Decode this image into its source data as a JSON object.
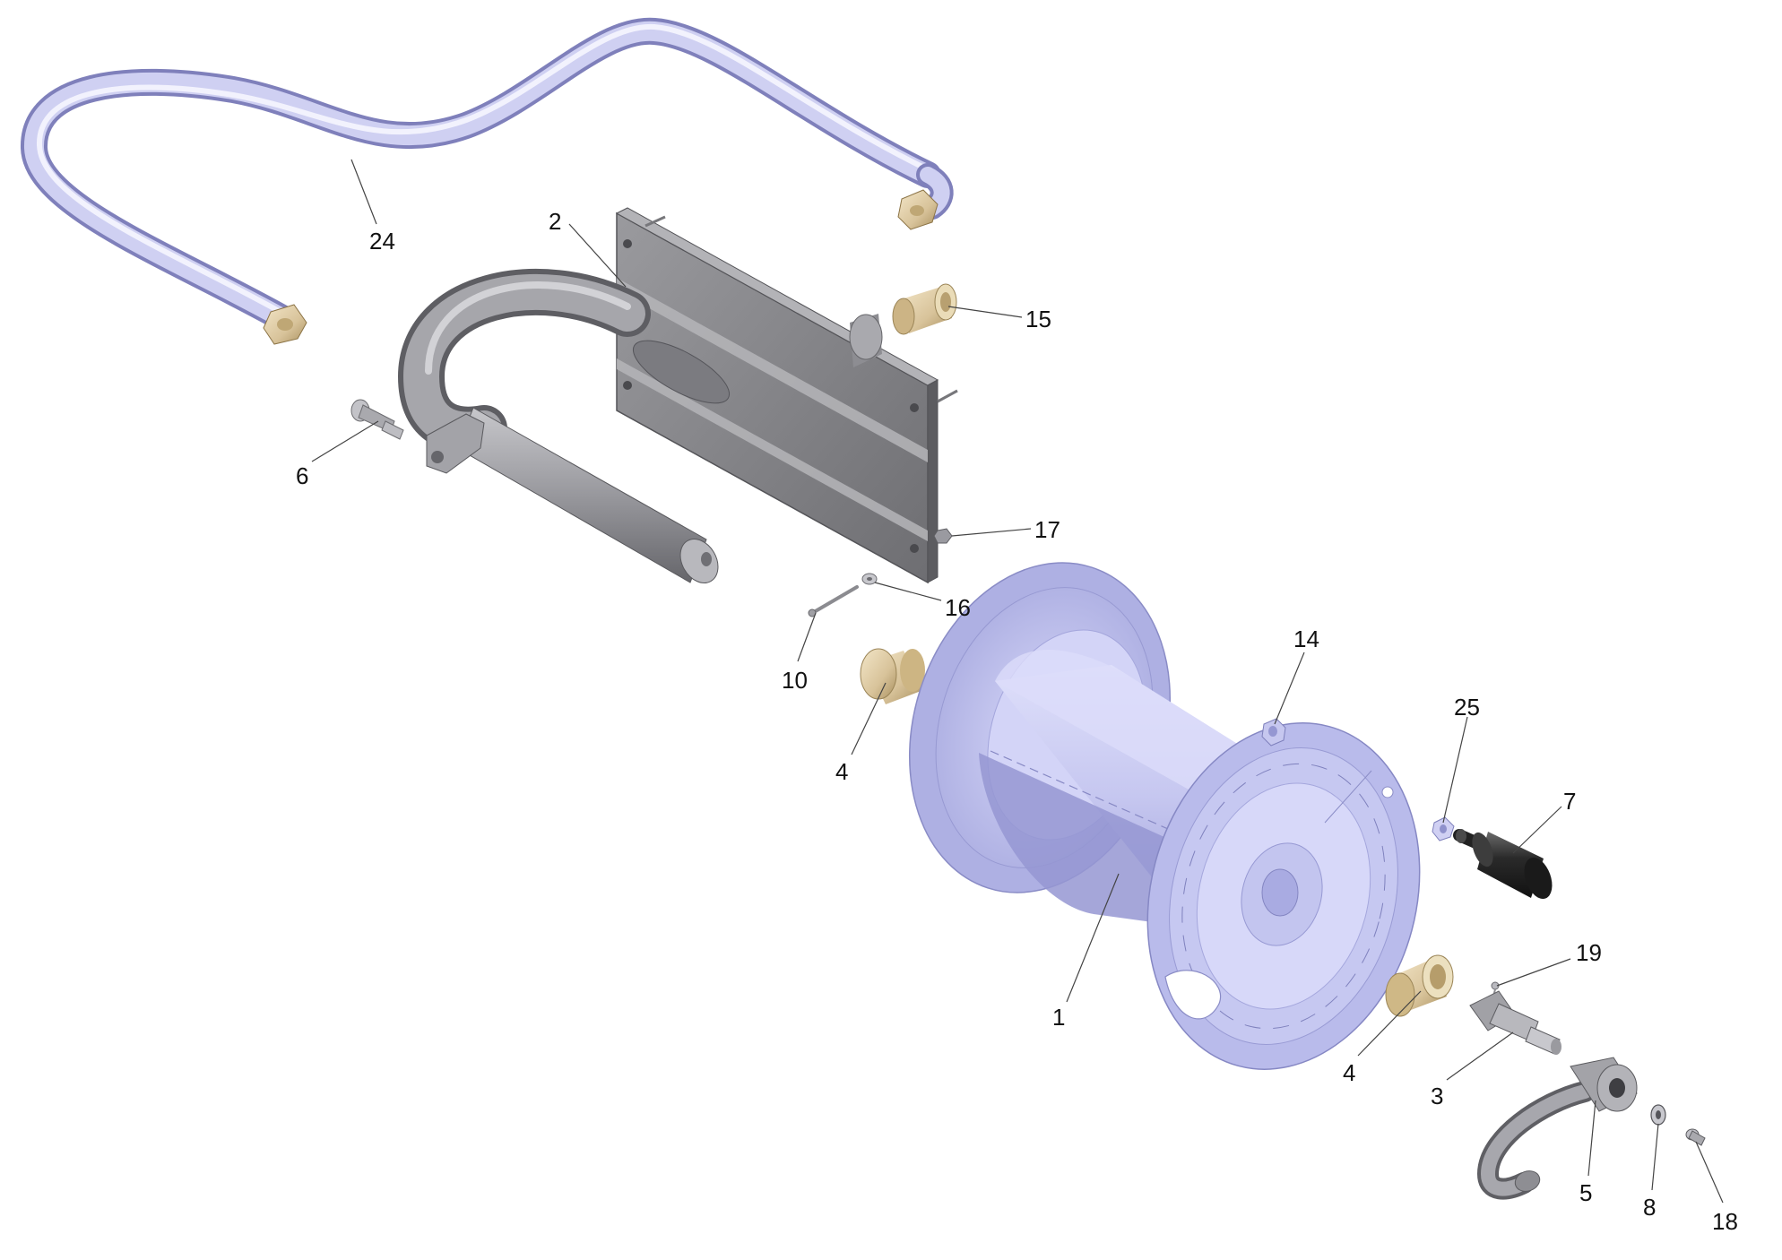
{
  "diagram": {
    "colors": {
      "reel": "#c8c9f0",
      "reel_shadow": "#9fa1d8",
      "frame": "#8a8a8e",
      "frame_dark": "#5f5f63",
      "hose": "#c9c9ef",
      "brass": "#d8c39a",
      "bushing": "#e2d2ac",
      "handle": "#2a2a2a",
      "hardware": "#b5b5bb"
    },
    "callouts": [
      {
        "id": "24",
        "label": "24",
        "part": "hose-line"
      },
      {
        "id": "2",
        "label": "2",
        "part": "wall-bracket-frame"
      },
      {
        "id": "15",
        "label": "15",
        "part": "bushing-top"
      },
      {
        "id": "6",
        "label": "6",
        "part": "connector-small"
      },
      {
        "id": "17",
        "label": "17",
        "part": "nut-small"
      },
      {
        "id": "16",
        "label": "16",
        "part": "washer-small"
      },
      {
        "id": "10",
        "label": "10",
        "part": "pin"
      },
      {
        "id": "4a",
        "label": "4",
        "part": "bushing-left"
      },
      {
        "id": "14",
        "label": "14",
        "part": "nut"
      },
      {
        "id": "25",
        "label": "25",
        "part": "nut-handle"
      },
      {
        "id": "7",
        "label": "7",
        "part": "crank-handle"
      },
      {
        "id": "1",
        "label": "1",
        "part": "hose-reel-drum"
      },
      {
        "id": "19",
        "label": "19",
        "part": "screw-small"
      },
      {
        "id": "4b",
        "label": "4",
        "part": "bushing-right"
      },
      {
        "id": "3",
        "label": "3",
        "part": "swivel-connector"
      },
      {
        "id": "5",
        "label": "5",
        "part": "swivel-elbow"
      },
      {
        "id": "8",
        "label": "8",
        "part": "washer"
      },
      {
        "id": "18",
        "label": "18",
        "part": "screw"
      }
    ]
  }
}
